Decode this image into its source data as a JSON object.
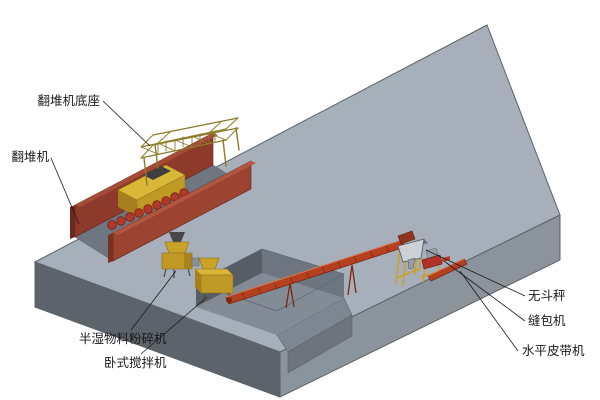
{
  "diagram": {
    "type": "isometric-equipment-layout"
  },
  "labels": {
    "turner_base": "翻堆机底座",
    "turner": "翻堆机",
    "crusher": "半湿物料粉碎机",
    "mixer": "卧式搅拌机",
    "scale": "无斗秤",
    "bagging": "缝包机",
    "belt": "水平皮带机"
  },
  "colors": {
    "background": "#ffffff",
    "slab_top": "#a6afba",
    "slab_front_left": "#5c636b",
    "slab_front_right": "#8b939d",
    "pit_wall_dark": "#565d66",
    "pit_wall_mid": "#6d7580",
    "pit_floor": "#838c96",
    "trench_wall_red": "#8e3a2b",
    "trench_wall_near_red": "#9d4331",
    "machine_yellow": "#c19a26",
    "machine_yellow_light": "#d9b838",
    "conveyor_red": "#b5401f",
    "gantry_olive": "#8d7b28",
    "hopper_steel": "#ccd1d7",
    "frame_yellow": "#c9a227",
    "label_text": "#1a1a1a"
  }
}
